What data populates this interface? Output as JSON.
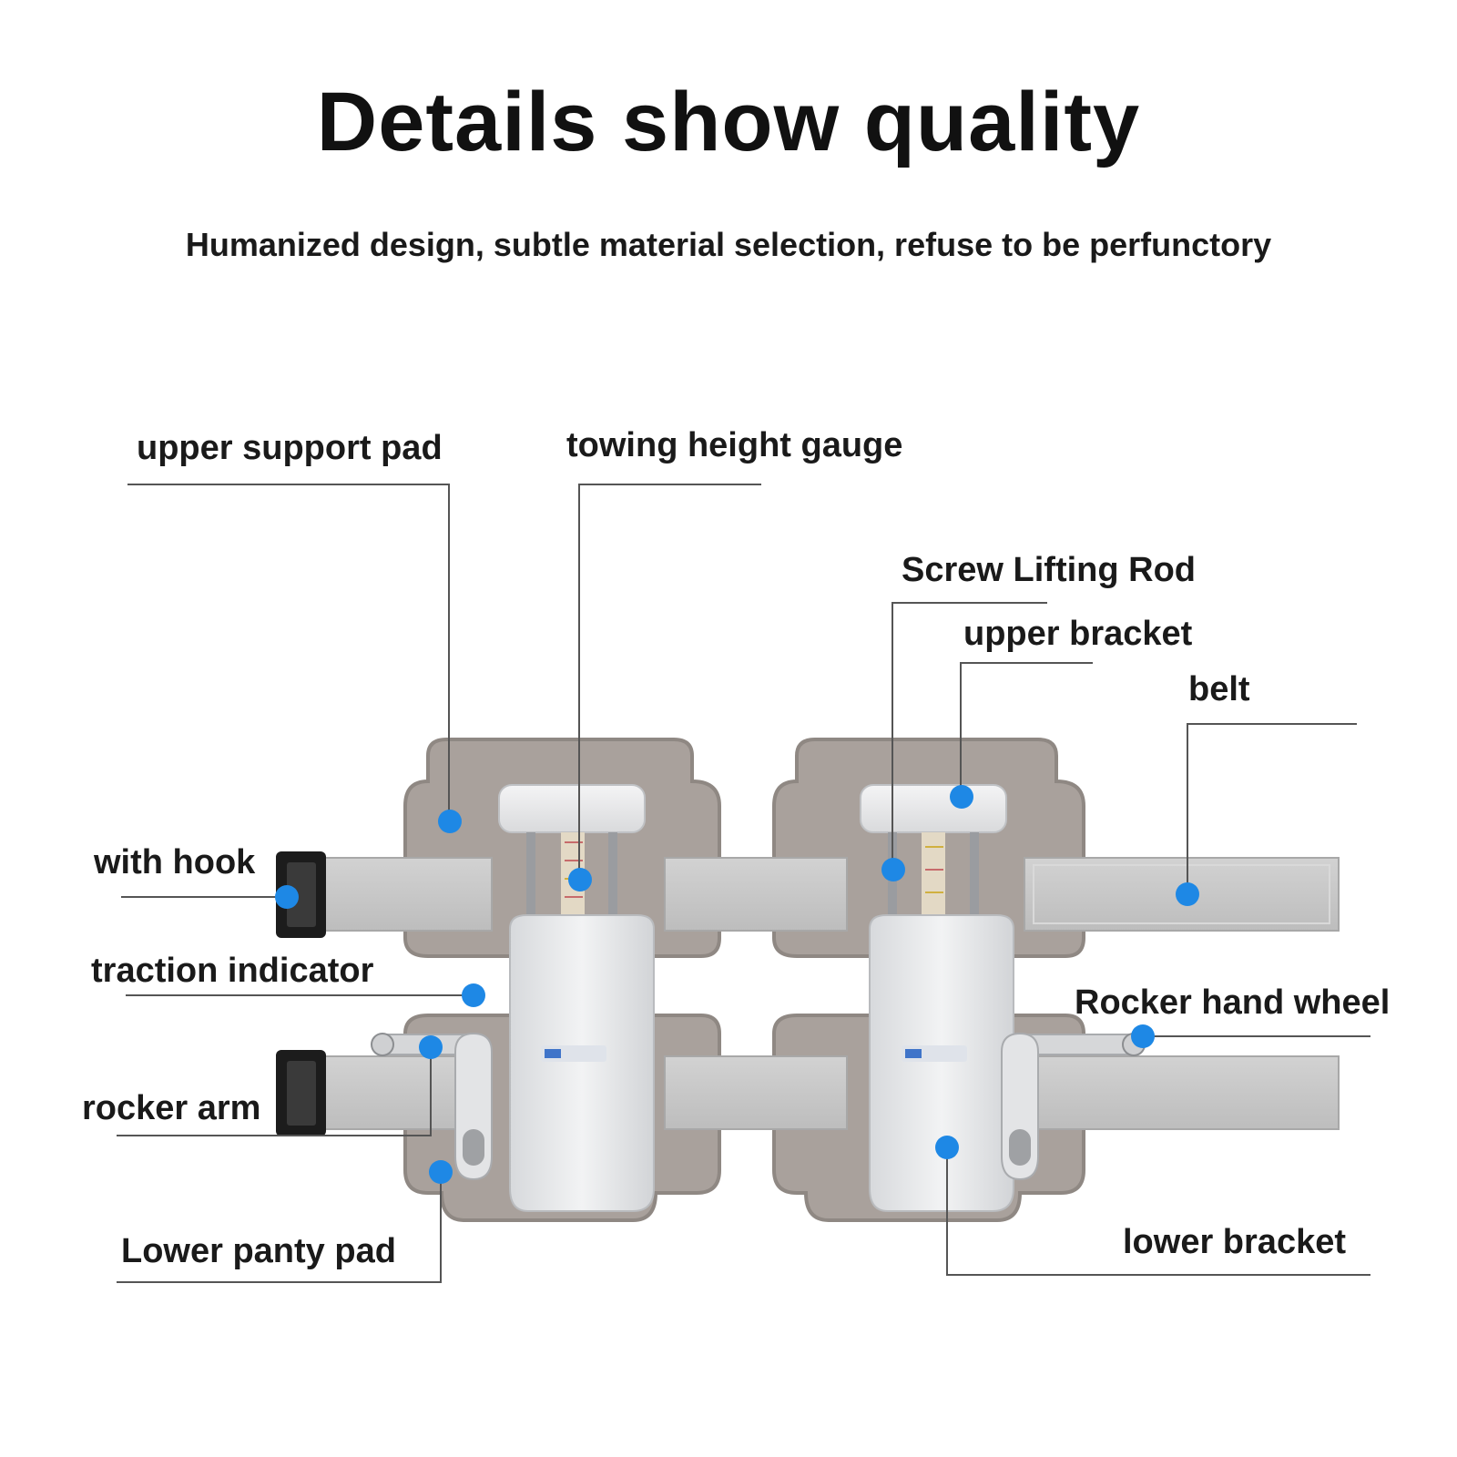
{
  "header": {
    "title": "Details show quality",
    "subtitle": "Humanized design, subtle material selection, refuse to be perfunctory"
  },
  "callouts": {
    "upper_support_pad": "upper support pad",
    "towing_height_gauge": "towing height gauge",
    "screw_lifting_rod": "Screw Lifting Rod",
    "upper_bracket": "upper bracket",
    "belt": "belt",
    "with_hook": "with hook",
    "traction_indicator": "traction indicator",
    "rocker_hand_wheel": "Rocker hand wheel",
    "rocker_arm": "rocker arm",
    "lower_panty_pad": "Lower panty pad",
    "lower_bracket": "lower bracket"
  },
  "colors": {
    "marker": "#1e88e5",
    "pad": "#a9a19c",
    "pad_shadow": "#8f8883",
    "strap": "#c9c9c9",
    "housing": "#e9eaec",
    "leader_line": "#555555"
  },
  "icons": {
    "marker": "blue-dot-icon"
  }
}
